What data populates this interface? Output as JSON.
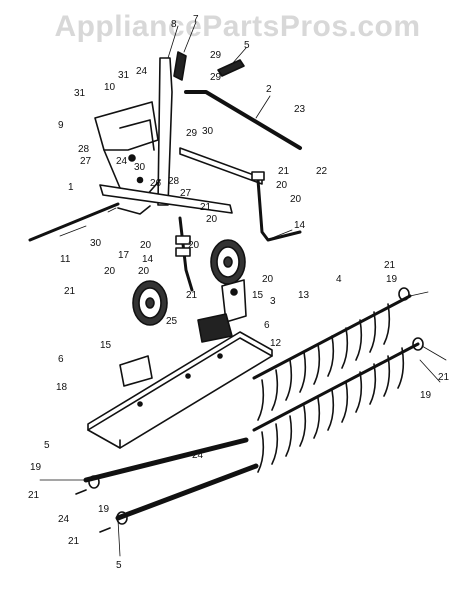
{
  "watermark": "AppliancePartsPros.com",
  "callouts": [
    "1",
    "2",
    "3",
    "4",
    "5",
    "6",
    "7",
    "8",
    "9",
    "10",
    "11",
    "12",
    "13",
    "14",
    "15",
    "17",
    "18",
    "19",
    "20",
    "21",
    "22",
    "23",
    "24",
    "25",
    "26",
    "27",
    "28",
    "29",
    "30",
    "31"
  ],
  "labels": [
    {
      "id": "l7",
      "text": "7"
    },
    {
      "id": "l8",
      "text": "8"
    },
    {
      "id": "l5a",
      "text": "5"
    },
    {
      "id": "l29a",
      "text": "29"
    },
    {
      "id": "l29b",
      "text": "29"
    },
    {
      "id": "l24a",
      "text": "24"
    },
    {
      "id": "l31a",
      "text": "31"
    },
    {
      "id": "l31b",
      "text": "31"
    },
    {
      "id": "l10",
      "text": "10"
    },
    {
      "id": "l9",
      "text": "9"
    },
    {
      "id": "l28a",
      "text": "28"
    },
    {
      "id": "l27a",
      "text": "27"
    },
    {
      "id": "l24b",
      "text": "24"
    },
    {
      "id": "l30a",
      "text": "30"
    },
    {
      "id": "l26",
      "text": "26"
    },
    {
      "id": "l28b",
      "text": "28"
    },
    {
      "id": "l29c",
      "text": "29"
    },
    {
      "id": "l30b",
      "text": "30"
    },
    {
      "id": "l2",
      "text": "2"
    },
    {
      "id": "l23",
      "text": "23"
    },
    {
      "id": "l21a",
      "text": "21"
    },
    {
      "id": "l22",
      "text": "22"
    },
    {
      "id": "l20a",
      "text": "20"
    },
    {
      "id": "l20b",
      "text": "20"
    },
    {
      "id": "l14a",
      "text": "14"
    },
    {
      "id": "l1",
      "text": "1"
    },
    {
      "id": "l27b",
      "text": "27"
    },
    {
      "id": "l21b",
      "text": "21"
    },
    {
      "id": "l20c",
      "text": "20"
    },
    {
      "id": "l30c",
      "text": "30"
    },
    {
      "id": "l17",
      "text": "17"
    },
    {
      "id": "l11",
      "text": "11"
    },
    {
      "id": "l20d",
      "text": "20"
    },
    {
      "id": "l20e",
      "text": "20"
    },
    {
      "id": "l14b",
      "text": "14"
    },
    {
      "id": "l20f",
      "text": "20"
    },
    {
      "id": "l20g",
      "text": "20"
    },
    {
      "id": "l20h",
      "text": "20"
    },
    {
      "id": "l21c",
      "text": "21"
    },
    {
      "id": "l21d",
      "text": "21"
    },
    {
      "id": "l15a",
      "text": "15"
    },
    {
      "id": "l3",
      "text": "3"
    },
    {
      "id": "l25",
      "text": "25"
    },
    {
      "id": "l15b",
      "text": "15"
    },
    {
      "id": "l6a",
      "text": "6"
    },
    {
      "id": "l13",
      "text": "13"
    },
    {
      "id": "l4",
      "text": "4"
    },
    {
      "id": "l19a",
      "text": "19"
    },
    {
      "id": "l21e",
      "text": "21"
    },
    {
      "id": "l12",
      "text": "12"
    },
    {
      "id": "l6b",
      "text": "6"
    },
    {
      "id": "l18",
      "text": "18"
    },
    {
      "id": "l21f",
      "text": "21"
    },
    {
      "id": "l19b",
      "text": "19"
    },
    {
      "id": "l24c",
      "text": "24"
    },
    {
      "id": "l5b",
      "text": "5"
    },
    {
      "id": "l19c",
      "text": "19"
    },
    {
      "id": "l21g",
      "text": "21"
    },
    {
      "id": "l24d",
      "text": "24"
    },
    {
      "id": "l19d",
      "text": "19"
    },
    {
      "id": "l21h",
      "text": "21"
    },
    {
      "id": "l5c",
      "text": "5"
    }
  ]
}
